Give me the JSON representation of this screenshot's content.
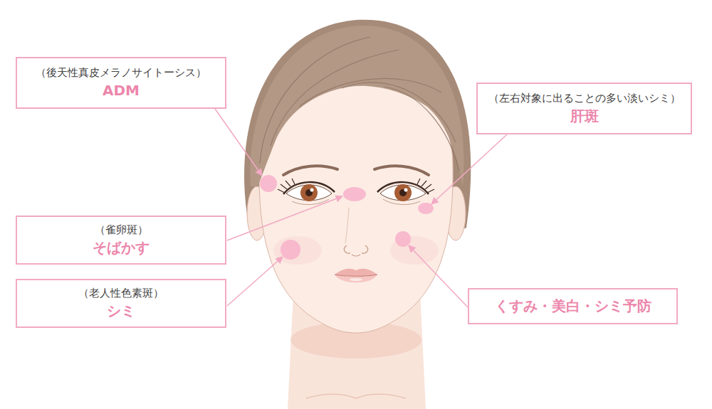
{
  "diagram": {
    "nodes": [
      {
        "text": [
          "（後天性真皮メラノサイトーシス）",
          "ADM"
        ]
      },
      {
        "text": [
          "（左右対象に出ることの多い淡いシミ）",
          "肝斑"
        ]
      },
      {
        "text": [
          "（雀卵斑）",
          "そばかす"
        ]
      },
      {
        "text": [
          "（老人性色素斑）",
          "シミ"
        ]
      },
      {
        "text": [
          "くすみ・美白・シミ予防"
        ]
      }
    ]
  }
}
